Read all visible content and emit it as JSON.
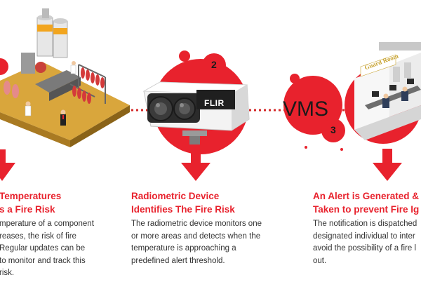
{
  "steps": [
    {
      "number": "",
      "title_lines": [
        "Temperatures",
        "s a Fire Risk"
      ],
      "body_lines": [
        "mperature of a component",
        "reases, the risk of fire",
        "Regular updates can be",
        "to monitor and track this",
        "risk."
      ]
    },
    {
      "number": "2",
      "title_lines": [
        "Radiometric Device",
        "Identifies The Fire Risk"
      ],
      "body_lines": [
        "The radiometric device monitors one",
        "or more areas and detects when the",
        "temperature is approaching a",
        "predefined alert threshold."
      ]
    },
    {
      "number": "3",
      "title_lines": [
        "An Alert is Generated &",
        "Taken to prevent Fire Ig"
      ],
      "body_lines": [
        "The notification is dispatched",
        "designated individual to inter",
        "avoid the possibility of a fire l",
        "out."
      ]
    }
  ],
  "camera_brand": "FLIR",
  "vms_label": "VMS",
  "guard_room_sign": "Guard Room",
  "colors": {
    "accent": "#e8222d",
    "dot_line": "#d42a2a",
    "text": "#333333"
  }
}
